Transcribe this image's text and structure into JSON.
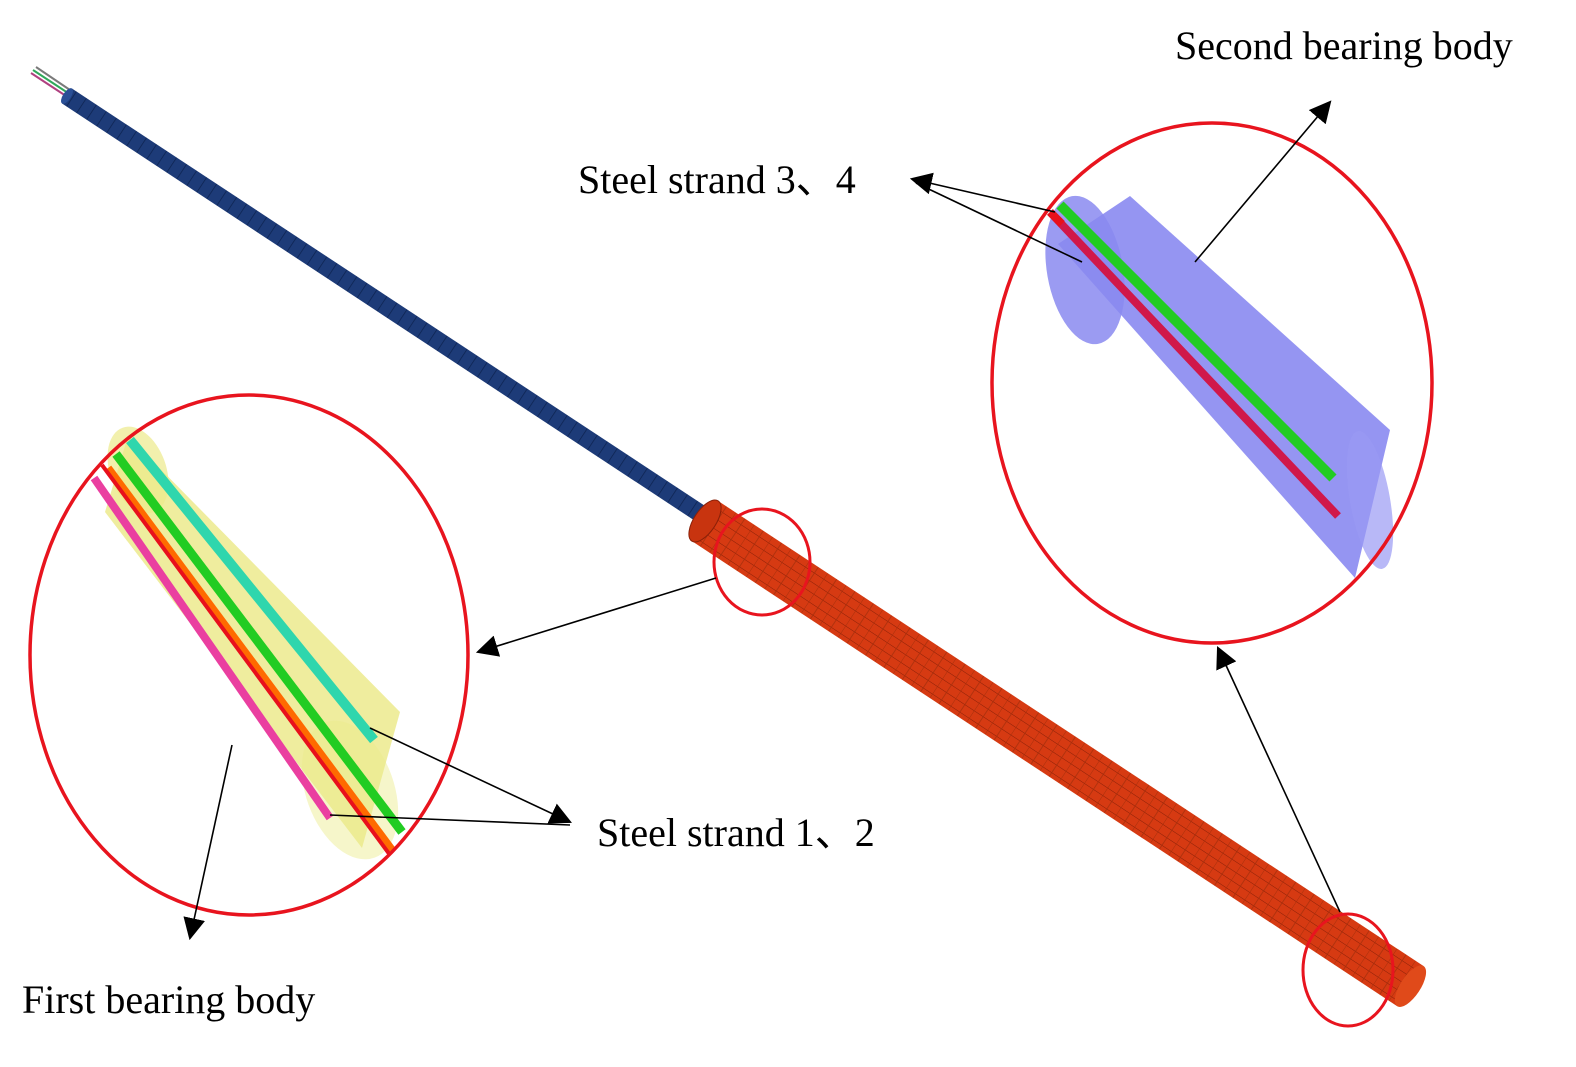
{
  "labels": {
    "second_bearing_body": "Second bearing body",
    "steel_strand_3_4": "Steel strand 3、4",
    "steel_strand_1_2": "Steel strand 1、2",
    "first_bearing_body": "First bearing body"
  },
  "colors": {
    "free_section": "#1d3b78",
    "anchor_section": "#d63a12",
    "highlight_circle": "#e8141e",
    "first_bearing_body": "#e6e36a",
    "second_bearing_body": "#7b7bef",
    "strand_pink": "#ea3fa0",
    "strand_orange": "#ff6a00",
    "strand_red": "#e8101c",
    "strand_green": "#22cc22",
    "strand_teal": "#2fd6ad",
    "strand_crimson": "#d0184a",
    "arrow": "#000000"
  }
}
